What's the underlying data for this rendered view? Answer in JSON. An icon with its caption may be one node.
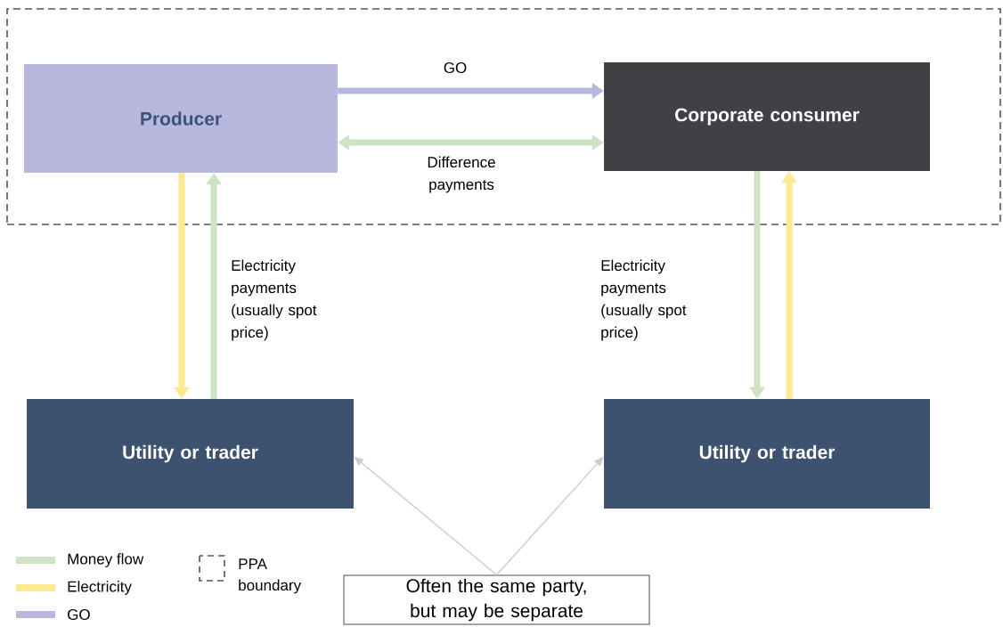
{
  "diagram": {
    "nodes": [
      {
        "text": [],
        "shape": "box"
      },
      {
        "text": [
          "Producer"
        ],
        "in": 0
      },
      {
        "text": [
          "Corporate consumer"
        ],
        "in": 0
      },
      {
        "text": [
          "Utility or trader"
        ]
      },
      {
        "text": [
          "Utility or trader"
        ]
      },
      {
        "text": [
          "Often the same party, but may be separate"
        ]
      }
    ],
    "edges": [
      {
        "from": 1,
        "to": 2,
        "arrow": "to",
        "label": "GO",
        "color": "#b8b8df"
      },
      {
        "from": 1,
        "to": 2,
        "arrow": "both",
        "label": "Difference payments",
        "color": "#cde3c4"
      },
      {
        "from": 1,
        "to": 3,
        "arrow": "to",
        "color": "#fde992"
      },
      {
        "from": 3,
        "to": 1,
        "arrow": "to",
        "label": "Electricity payments (usually spot price)",
        "color": "#cde3c4"
      },
      {
        "from": 2,
        "to": 4,
        "arrow": "to",
        "label": "Electricity payments (usually spot price)",
        "color": "#cde3c4"
      },
      {
        "from": 4,
        "to": 2,
        "arrow": "to",
        "color": "#fde992"
      },
      {
        "from": 5,
        "to": 3,
        "arrow": "to",
        "color": "#cccccc"
      },
      {
        "from": 5,
        "to": 4,
        "arrow": "to",
        "color": "#cccccc"
      }
    ],
    "legend": [
      {
        "text": "Money flow",
        "color": "#cde3c4"
      },
      {
        "text": "Electricity",
        "color": "#fde992"
      },
      {
        "text": "GO",
        "color": "#b8b8df"
      },
      {
        "text": "PPA boundary"
      }
    ]
  }
}
